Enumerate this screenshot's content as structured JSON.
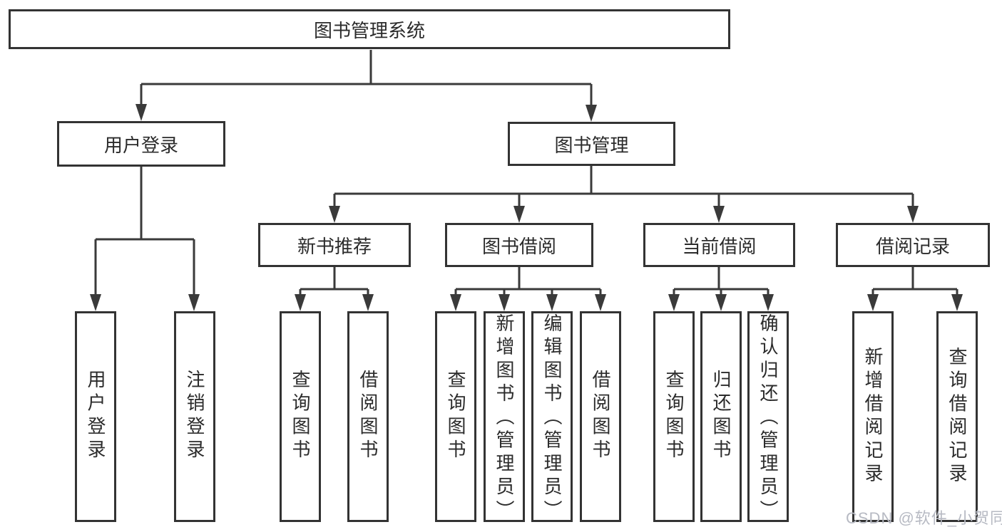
{
  "diagram": {
    "title": "图书管理系统",
    "root": {
      "label": "图书管理系统"
    },
    "branches": [
      {
        "label": "用户登录",
        "children": [
          "用户登录",
          "注销登录"
        ]
      },
      {
        "label": "图书管理",
        "sections": [
          {
            "label": "新书推荐",
            "children": [
              "查询图书",
              "借阅图书"
            ]
          },
          {
            "label": "图书借阅",
            "children": [
              "查询图书",
              "新增图书（管理员）",
              "编辑图书（管理员）",
              "借阅图书"
            ]
          },
          {
            "label": "当前借阅",
            "children": [
              "查询图书",
              "归还图书",
              "确认归还（管理员）"
            ]
          },
          {
            "label": "借阅记录",
            "children": [
              "新增借阅记录",
              "查询借阅记录"
            ]
          }
        ]
      }
    ]
  },
  "watermark": {
    "text": "CSDN @软件_小贺同学"
  },
  "colors": {
    "line": "#3a3a3a",
    "box_border": "#333333",
    "text": "#2b2b2b",
    "watermark": "#b7bac3",
    "background": "#ffffff"
  }
}
